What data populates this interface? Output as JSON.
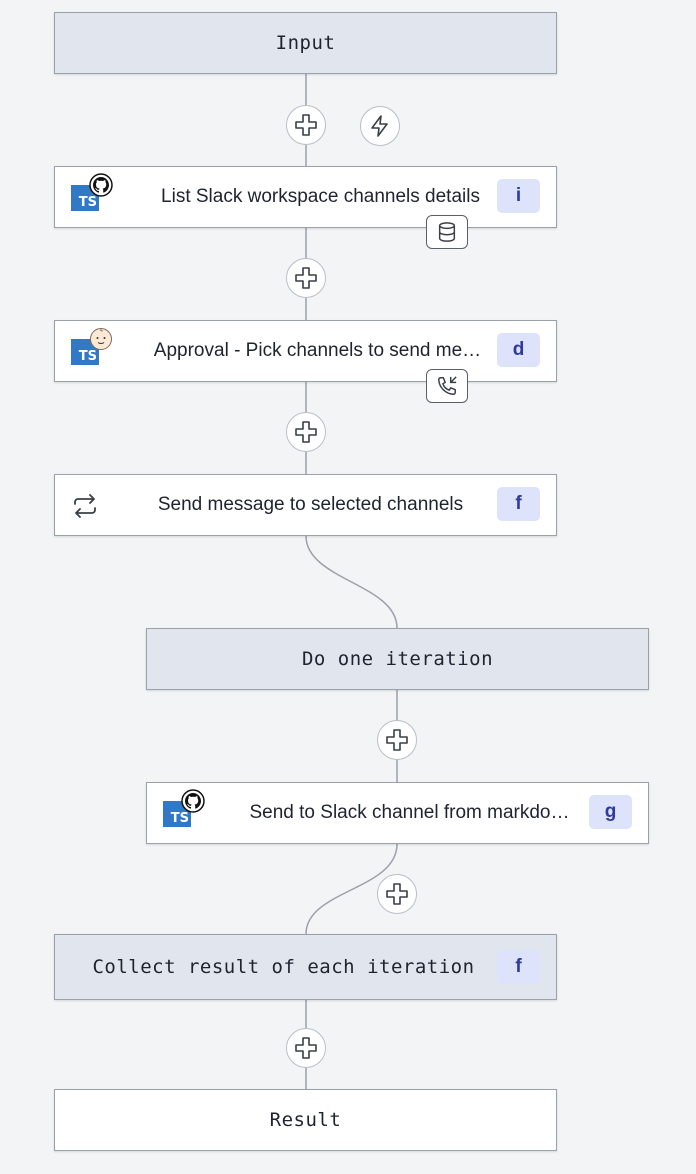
{
  "nodes": {
    "input": {
      "label": "Input"
    },
    "list_channels": {
      "label": "List Slack workspace channels details",
      "badge": "i",
      "icon": "typescript-icon"
    },
    "approval": {
      "label": "Approval - Pick channels to send me…",
      "badge": "d",
      "icon": "typescript-icon"
    },
    "send_message": {
      "label": "Send message to selected channels",
      "badge": "f",
      "icon": "loop-icon"
    },
    "do_iteration": {
      "label": "Do one iteration"
    },
    "send_slack": {
      "label": "Send to Slack channel from markdo…",
      "badge": "g",
      "icon": "typescript-icon"
    },
    "collect": {
      "label": "Collect result of each iteration",
      "badge": "f"
    },
    "result": {
      "label": "Result"
    }
  },
  "colors": {
    "edge": "#9aa1ab",
    "grey_node": "#e1e6ee",
    "badge_bg": "#dde3fb",
    "badge_text": "#2f3a9e",
    "typescript": "#3178c6"
  }
}
